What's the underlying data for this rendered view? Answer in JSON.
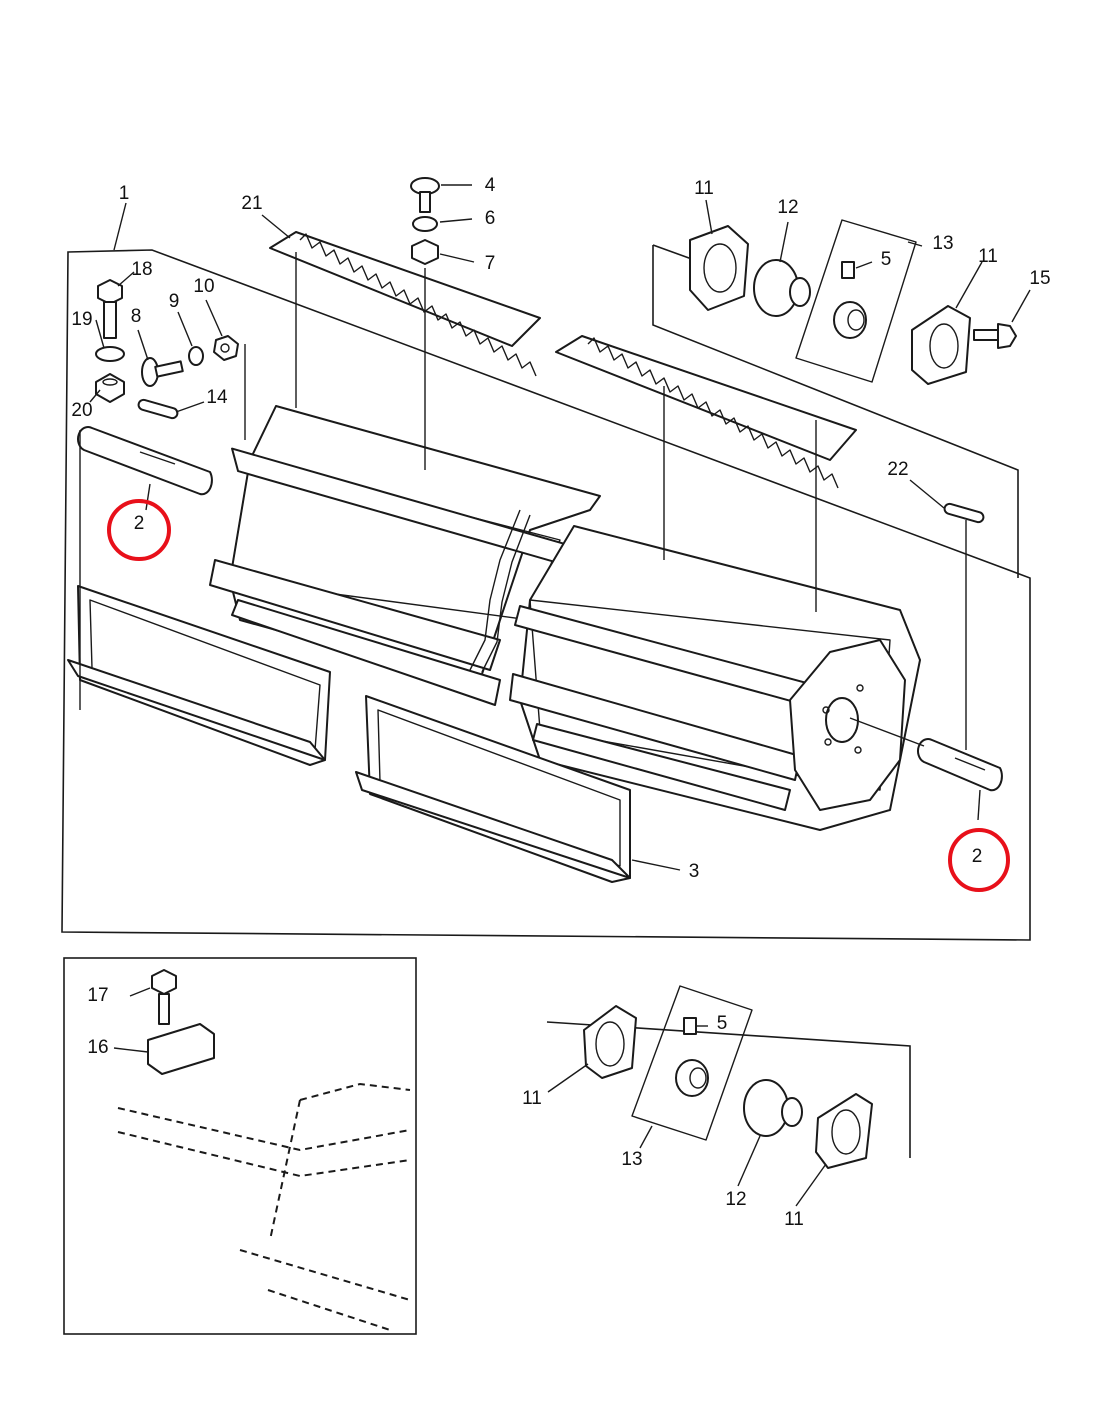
{
  "callouts": {
    "c1": "1",
    "c2a": "2",
    "c2b": "2",
    "c3": "3",
    "c4": "4",
    "c5a": "5",
    "c5b": "5",
    "c6": "6",
    "c7": "7",
    "c8": "8",
    "c9": "9",
    "c10": "10",
    "c11a": "11",
    "c11b": "11",
    "c11c": "11",
    "c11d": "11",
    "c12a": "12",
    "c12b": "12",
    "c13a": "13",
    "c13b": "13",
    "c14": "14",
    "c15": "15",
    "c16": "16",
    "c17": "17",
    "c18": "18",
    "c19": "19",
    "c20": "20",
    "c21": "21",
    "c22": "22"
  },
  "highlight_color": "#e8101a",
  "line_color": "#1a1a1a"
}
